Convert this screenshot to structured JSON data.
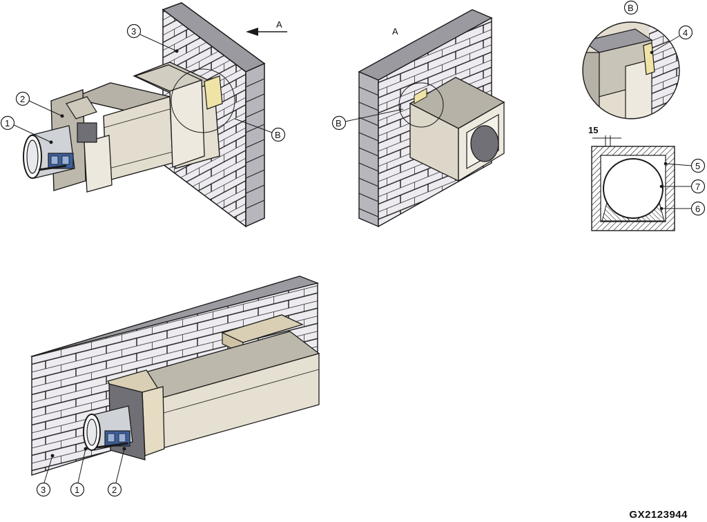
{
  "callouts": {
    "c1": "1",
    "c2": "2",
    "c3": "3",
    "c4": "4",
    "c5": "5",
    "c6": "6",
    "c7": "7",
    "cB": "B"
  },
  "view_arrow_label": "A",
  "view_a_title": "A",
  "detail_b_title": "B",
  "dimension_label": "15",
  "drawing_code": "GX2123944",
  "colors": {
    "brick_face": "#eceaf0",
    "brick_top": "#9a9aa0",
    "brick_side": "#b8b6bd",
    "board": "#e9e3d6",
    "board_dark": "#bdb7aa",
    "board_light": "#f3efe6",
    "tan": "#d9cfb4",
    "steel": "#cfd2d6",
    "line": "#1a1a1a"
  }
}
